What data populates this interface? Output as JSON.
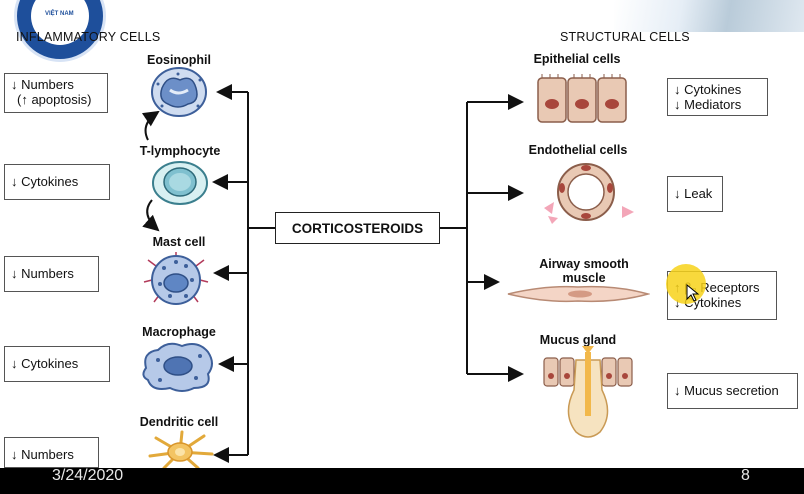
{
  "headers": {
    "left": "INFLAMMATORY CELLS",
    "right": "STRUCTURAL CELLS"
  },
  "logo": {
    "text": "VIỆT NAM"
  },
  "center": {
    "label": "CORTICOSTEROIDS"
  },
  "inflammatory_cells": [
    {
      "name": "Eosinophil",
      "effect_line1": "↓ Numbers",
      "effect_line2": "(↑ apoptosis)"
    },
    {
      "name": "T-lymphocyte",
      "effect_line1": "↓  Cytokines"
    },
    {
      "name": "Mast cell",
      "effect_line1": "↓ Numbers"
    },
    {
      "name": "Macrophage",
      "effect_line1": "↓  Cytokines"
    },
    {
      "name": "Dendritic cell",
      "effect_line1": "↓ Numbers"
    }
  ],
  "structural_cells": [
    {
      "name": "Epithelial cells",
      "effect_line1": "↓ Cytokines",
      "effect_line2": "↓ Mediators"
    },
    {
      "name": "Endothelial cells",
      "effect_line1": "↓ Leak"
    },
    {
      "name_line1": "Airway smooth",
      "name_line2": "muscle",
      "effect_line1": "↑ β₂ Receptors",
      "effect_line2": "↓ Cytokines"
    },
    {
      "name": "Mucus gland",
      "effect_line1": "↓ Mucus secretion"
    }
  ],
  "footer": {
    "date": "3/24/2020",
    "page": "8"
  },
  "colors": {
    "cell_blue": "#6c8fc8",
    "cell_light": "#cfdcf0",
    "epithelial": "#e9c9b4",
    "dendritic": "#f3c463",
    "highlight": "#f7d21a"
  }
}
